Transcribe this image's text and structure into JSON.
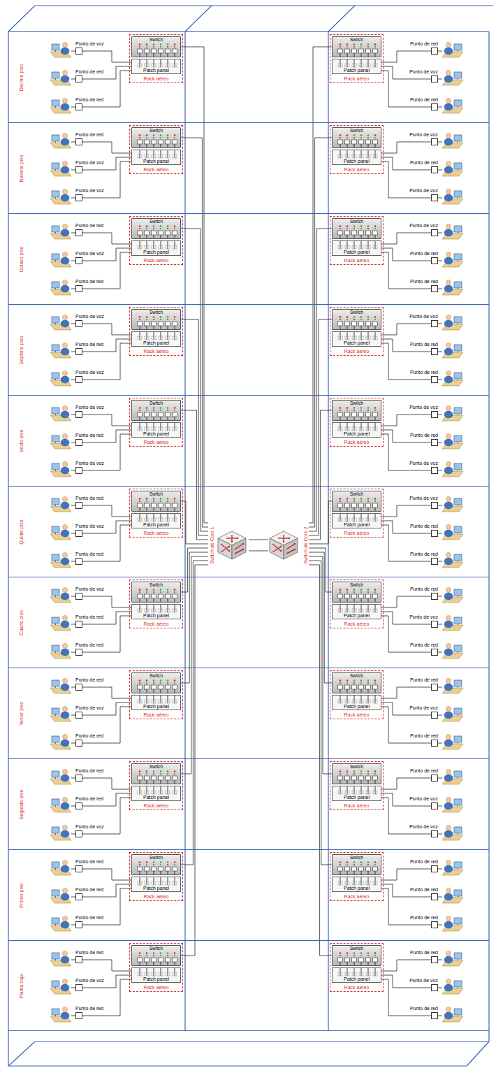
{
  "diagram": {
    "nodes": [
      {
        "text": [
          "Décimo piso"
        ]
      },
      {
        "text": [
          "Rack aéreo"
        ],
        "in": 0
      },
      {
        "text": [
          "Switch"
        ],
        "in": 1
      },
      {
        "text": [
          "Patch panel"
        ],
        "in": 1
      },
      {
        "text": [
          "Punto de voz"
        ],
        "in": 0
      },
      {
        "text": [
          "Punto de red"
        ],
        "in": 0
      },
      {
        "text": [
          "Punto de red"
        ],
        "in": 0
      },
      {
        "text": [
          "Rack aéreo"
        ],
        "in": 0
      },
      {
        "text": [
          "Switch"
        ],
        "in": 7
      },
      {
        "text": [
          "Patch panel"
        ],
        "in": 7
      },
      {
        "text": [
          "Punto de red"
        ],
        "in": 0
      },
      {
        "text": [
          "Punto de voz"
        ],
        "in": 0
      },
      {
        "text": [
          "Punto de red"
        ],
        "in": 0
      },
      {
        "text": [
          "Noveno piso"
        ]
      },
      {
        "text": [
          "Rack aéreo"
        ],
        "in": 13
      },
      {
        "text": [
          "Switch"
        ],
        "in": 14
      },
      {
        "text": [
          "Patch panel"
        ],
        "in": 14
      },
      {
        "text": [
          "Punto de red"
        ],
        "in": 13
      },
      {
        "text": [
          "Punto de voz"
        ],
        "in": 13
      },
      {
        "text": [
          "Punto de voz"
        ],
        "in": 13
      },
      {
        "text": [
          "Rack aéreo"
        ],
        "in": 13
      },
      {
        "text": [
          "Switch"
        ],
        "in": 20
      },
      {
        "text": [
          "Patch panel"
        ],
        "in": 20
      },
      {
        "text": [
          "Punto de voz"
        ],
        "in": 13
      },
      {
        "text": [
          "Punto de red"
        ],
        "in": 13
      },
      {
        "text": [
          "Punto de voz"
        ],
        "in": 13
      },
      {
        "text": [
          "Octavo piso"
        ]
      },
      {
        "text": [
          "Rack aéreo"
        ],
        "in": 26
      },
      {
        "text": [
          "Switch"
        ],
        "in": 27
      },
      {
        "text": [
          "Patch panel"
        ],
        "in": 27
      },
      {
        "text": [
          "Punto de red"
        ],
        "in": 26
      },
      {
        "text": [
          "Punto de voz"
        ],
        "in": 26
      },
      {
        "text": [
          "Punto de red"
        ],
        "in": 26
      },
      {
        "text": [
          "Rack aéreo"
        ],
        "in": 26
      },
      {
        "text": [
          "Switch"
        ],
        "in": 33
      },
      {
        "text": [
          "Patch panel"
        ],
        "in": 33
      },
      {
        "text": [
          "Punto de voz"
        ],
        "in": 26
      },
      {
        "text": [
          "Punto de red"
        ],
        "in": 26
      },
      {
        "text": [
          "Punto de red"
        ],
        "in": 26
      },
      {
        "text": [
          "Séptimo piso"
        ]
      },
      {
        "text": [
          "Rack aéreo"
        ],
        "in": 39
      },
      {
        "text": [
          "Switch"
        ],
        "in": 40
      },
      {
        "text": [
          "Patch panel"
        ],
        "in": 40
      },
      {
        "text": [
          "Punto de voz"
        ],
        "in": 39
      },
      {
        "text": [
          "Punto de red"
        ],
        "in": 39
      },
      {
        "text": [
          "Punto de voz"
        ],
        "in": 39
      },
      {
        "text": [
          "Rack aéreo"
        ],
        "in": 39
      },
      {
        "text": [
          "Switch"
        ],
        "in": 46
      },
      {
        "text": [
          "Patch panel"
        ],
        "in": 46
      },
      {
        "text": [
          "Punto de voz"
        ],
        "in": 39
      },
      {
        "text": [
          "Punto de red"
        ],
        "in": 39
      },
      {
        "text": [
          "Punto de red"
        ],
        "in": 39
      },
      {
        "text": [
          "Sexto piso"
        ]
      },
      {
        "text": [
          "Rack aéreo"
        ],
        "in": 52
      },
      {
        "text": [
          "Switch"
        ],
        "in": 53
      },
      {
        "text": [
          "Patch panel"
        ],
        "in": 53
      },
      {
        "text": [
          "Punto de voz"
        ],
        "in": 52
      },
      {
        "text": [
          "Punto de red"
        ],
        "in": 52
      },
      {
        "text": [
          "Punto de voz"
        ],
        "in": 52
      },
      {
        "text": [
          "Rack aéreo"
        ],
        "in": 52
      },
      {
        "text": [
          "Switch"
        ],
        "in": 59
      },
      {
        "text": [
          "Patch panel"
        ],
        "in": 59
      },
      {
        "text": [
          "Punto de voz"
        ],
        "in": 52
      },
      {
        "text": [
          "Punto de red"
        ],
        "in": 52
      },
      {
        "text": [
          "Punto de voz"
        ],
        "in": 52
      },
      {
        "text": [
          "Quinto piso"
        ]
      },
      {
        "text": [
          "Rack aéreo"
        ],
        "in": 65
      },
      {
        "text": [
          "Switch"
        ],
        "in": 66
      },
      {
        "text": [
          "Patch panel"
        ],
        "in": 66
      },
      {
        "text": [
          "Punto de red"
        ],
        "in": 65
      },
      {
        "text": [
          "Punto de voz"
        ],
        "in": 65
      },
      {
        "text": [
          "Punto de red"
        ],
        "in": 65
      },
      {
        "text": [
          "Rack aéreo"
        ],
        "in": 65
      },
      {
        "text": [
          "Switch"
        ],
        "in": 72
      },
      {
        "text": [
          "Patch panel"
        ],
        "in": 72
      },
      {
        "text": [
          "Punto de voz"
        ],
        "in": 65
      },
      {
        "text": [
          "Punto de red"
        ],
        "in": 65
      },
      {
        "text": [
          "Punto de red"
        ],
        "in": 65
      },
      {
        "text": [
          "Cuarto piso"
        ]
      },
      {
        "text": [
          "Rack aéreo"
        ],
        "in": 78
      },
      {
        "text": [
          "Switch"
        ],
        "in": 79
      },
      {
        "text": [
          "Patch panel"
        ],
        "in": 79
      },
      {
        "text": [
          "Punto de voz"
        ],
        "in": 78
      },
      {
        "text": [
          "Punto de red"
        ],
        "in": 78
      },
      {
        "text": [
          "Punto de red"
        ],
        "in": 78
      },
      {
        "text": [
          "Rack aéreo"
        ],
        "in": 78
      },
      {
        "text": [
          "Switch"
        ],
        "in": 85
      },
      {
        "text": [
          "Patch panel"
        ],
        "in": 85
      },
      {
        "text": [
          "Punto de red"
        ],
        "in": 78
      },
      {
        "text": [
          "Punto de voz"
        ],
        "in": 78
      },
      {
        "text": [
          "Punto de red"
        ],
        "in": 78
      },
      {
        "text": [
          "Tercer piso"
        ]
      },
      {
        "text": [
          "Rack aéreo"
        ],
        "in": 91
      },
      {
        "text": [
          "Switch"
        ],
        "in": 92
      },
      {
        "text": [
          "Patch panel"
        ],
        "in": 92
      },
      {
        "text": [
          "Punto de red"
        ],
        "in": 91
      },
      {
        "text": [
          "Punto de voz"
        ],
        "in": 91
      },
      {
        "text": [
          "Punto de red"
        ],
        "in": 91
      },
      {
        "text": [
          "Rack aéreo"
        ],
        "in": 91
      },
      {
        "text": [
          "Switch"
        ],
        "in": 98
      },
      {
        "text": [
          "Patch panel"
        ],
        "in": 98
      },
      {
        "text": [
          "Punto de red"
        ],
        "in": 91
      },
      {
        "text": [
          "Punto de voz"
        ],
        "in": 91
      },
      {
        "text": [
          "Punto de red"
        ],
        "in": 91
      },
      {
        "text": [
          "Segundo piso"
        ]
      },
      {
        "text": [
          "Rack aéreo"
        ],
        "in": 104
      },
      {
        "text": [
          "Switch"
        ],
        "in": 105
      },
      {
        "text": [
          "Patch panel"
        ],
        "in": 105
      },
      {
        "text": [
          "Punto de red"
        ],
        "in": 104
      },
      {
        "text": [
          "Punto de red"
        ],
        "in": 104
      },
      {
        "text": [
          "Punto de voz"
        ],
        "in": 104
      },
      {
        "text": [
          "Rack aéreo"
        ],
        "in": 104
      },
      {
        "text": [
          "Switch"
        ],
        "in": 111
      },
      {
        "text": [
          "Patch panel"
        ],
        "in": 111
      },
      {
        "text": [
          "Punto de red"
        ],
        "in": 104
      },
      {
        "text": [
          "Punto de voz"
        ],
        "in": 104
      },
      {
        "text": [
          "Punto de voz"
        ],
        "in": 104
      },
      {
        "text": [
          "Primer piso"
        ]
      },
      {
        "text": [
          "Rack aéreo"
        ],
        "in": 117
      },
      {
        "text": [
          "Switch"
        ],
        "in": 118
      },
      {
        "text": [
          "Patch panel"
        ],
        "in": 118
      },
      {
        "text": [
          "Punto de red"
        ],
        "in": 117
      },
      {
        "text": [
          "Punto de red"
        ],
        "in": 117
      },
      {
        "text": [
          "Punto de red"
        ],
        "in": 117
      },
      {
        "text": [
          "Rack aéreo"
        ],
        "in": 117
      },
      {
        "text": [
          "Switch"
        ],
        "in": 124
      },
      {
        "text": [
          "Patch panel"
        ],
        "in": 124
      },
      {
        "text": [
          "Punto de red"
        ],
        "in": 117
      },
      {
        "text": [
          "Punto de red"
        ],
        "in": 117
      },
      {
        "text": [
          "Punto de red"
        ],
        "in": 117
      },
      {
        "text": [
          "Planta baja"
        ]
      },
      {
        "text": [
          "Rack aéreo"
        ],
        "in": 130
      },
      {
        "text": [
          "Switch"
        ],
        "in": 131
      },
      {
        "text": [
          "Patch panel"
        ],
        "in": 131
      },
      {
        "text": [
          "Punto de red"
        ],
        "in": 130
      },
      {
        "text": [
          "Punto de voz"
        ],
        "in": 130
      },
      {
        "text": [
          "Punto de red"
        ],
        "in": 130
      },
      {
        "text": [
          "Rack aéreo"
        ],
        "in": 130
      },
      {
        "text": [
          "Switch"
        ],
        "in": 137
      },
      {
        "text": [
          "Patch panel"
        ],
        "in": 137
      },
      {
        "text": [
          "Punto de red"
        ],
        "in": 130
      },
      {
        "text": [
          "Punto de voz"
        ],
        "in": 130
      },
      {
        "text": [
          "Punto de red"
        ],
        "in": 130
      },
      {
        "text": [
          "Switch de Core 1"
        ]
      },
      {
        "text": [
          "Switch de Core 2"
        ]
      }
    ],
    "edges": [
      {
        "from": 4,
        "to": 3,
        "arrow": "none"
      },
      {
        "from": 5,
        "to": 3,
        "arrow": "none"
      },
      {
        "from": 6,
        "to": 3,
        "arrow": "none"
      },
      {
        "from": 10,
        "to": 9,
        "arrow": "none"
      },
      {
        "from": 11,
        "to": 9,
        "arrow": "none"
      },
      {
        "from": 12,
        "to": 9,
        "arrow": "none"
      },
      {
        "from": 2,
        "to": 143,
        "arrow": "none"
      },
      {
        "from": 8,
        "to": 144,
        "arrow": "none"
      },
      {
        "from": 17,
        "to": 16,
        "arrow": "none"
      },
      {
        "from": 18,
        "to": 16,
        "arrow": "none"
      },
      {
        "from": 19,
        "to": 16,
        "arrow": "none"
      },
      {
        "from": 23,
        "to": 22,
        "arrow": "none"
      },
      {
        "from": 24,
        "to": 22,
        "arrow": "none"
      },
      {
        "from": 25,
        "to": 22,
        "arrow": "none"
      },
      {
        "from": 15,
        "to": 143,
        "arrow": "none"
      },
      {
        "from": 21,
        "to": 144,
        "arrow": "none"
      },
      {
        "from": 30,
        "to": 29,
        "arrow": "none"
      },
      {
        "from": 31,
        "to": 29,
        "arrow": "none"
      },
      {
        "from": 32,
        "to": 29,
        "arrow": "none"
      },
      {
        "from": 36,
        "to": 35,
        "arrow": "none"
      },
      {
        "from": 37,
        "to": 35,
        "arrow": "none"
      },
      {
        "from": 38,
        "to": 35,
        "arrow": "none"
      },
      {
        "from": 28,
        "to": 143,
        "arrow": "none"
      },
      {
        "from": 34,
        "to": 144,
        "arrow": "none"
      },
      {
        "from": 43,
        "to": 42,
        "arrow": "none"
      },
      {
        "from": 44,
        "to": 42,
        "arrow": "none"
      },
      {
        "from": 45,
        "to": 42,
        "arrow": "none"
      },
      {
        "from": 49,
        "to": 48,
        "arrow": "none"
      },
      {
        "from": 50,
        "to": 48,
        "arrow": "none"
      },
      {
        "from": 51,
        "to": 48,
        "arrow": "none"
      },
      {
        "from": 41,
        "to": 143,
        "arrow": "none"
      },
      {
        "from": 47,
        "to": 144,
        "arrow": "none"
      },
      {
        "from": 56,
        "to": 55,
        "arrow": "none"
      },
      {
        "from": 57,
        "to": 55,
        "arrow": "none"
      },
      {
        "from": 58,
        "to": 55,
        "arrow": "none"
      },
      {
        "from": 62,
        "to": 61,
        "arrow": "none"
      },
      {
        "from": 63,
        "to": 61,
        "arrow": "none"
      },
      {
        "from": 64,
        "to": 61,
        "arrow": "none"
      },
      {
        "from": 54,
        "to": 143,
        "arrow": "none"
      },
      {
        "from": 60,
        "to": 144,
        "arrow": "none"
      },
      {
        "from": 69,
        "to": 68,
        "arrow": "none"
      },
      {
        "from": 70,
        "to": 68,
        "arrow": "none"
      },
      {
        "from": 71,
        "to": 68,
        "arrow": "none"
      },
      {
        "from": 75,
        "to": 74,
        "arrow": "none"
      },
      {
        "from": 76,
        "to": 74,
        "arrow": "none"
      },
      {
        "from": 77,
        "to": 74,
        "arrow": "none"
      },
      {
        "from": 67,
        "to": 143,
        "arrow": "none"
      },
      {
        "from": 73,
        "to": 144,
        "arrow": "none"
      },
      {
        "from": 82,
        "to": 81,
        "arrow": "none"
      },
      {
        "from": 83,
        "to": 81,
        "arrow": "none"
      },
      {
        "from": 84,
        "to": 81,
        "arrow": "none"
      },
      {
        "from": 88,
        "to": 87,
        "arrow": "none"
      },
      {
        "from": 89,
        "to": 87,
        "arrow": "none"
      },
      {
        "from": 90,
        "to": 87,
        "arrow": "none"
      },
      {
        "from": 80,
        "to": 143,
        "arrow": "none"
      },
      {
        "from": 86,
        "to": 144,
        "arrow": "none"
      },
      {
        "from": 95,
        "to": 94,
        "arrow": "none"
      },
      {
        "from": 96,
        "to": 94,
        "arrow": "none"
      },
      {
        "from": 97,
        "to": 94,
        "arrow": "none"
      },
      {
        "from": 101,
        "to": 100,
        "arrow": "none"
      },
      {
        "from": 102,
        "to": 100,
        "arrow": "none"
      },
      {
        "from": 103,
        "to": 100,
        "arrow": "none"
      },
      {
        "from": 93,
        "to": 143,
        "arrow": "none"
      },
      {
        "from": 99,
        "to": 144,
        "arrow": "none"
      },
      {
        "from": 108,
        "to": 107,
        "arrow": "none"
      },
      {
        "from": 109,
        "to": 107,
        "arrow": "none"
      },
      {
        "from": 110,
        "to": 107,
        "arrow": "none"
      },
      {
        "from": 114,
        "to": 113,
        "arrow": "none"
      },
      {
        "from": 115,
        "to": 113,
        "arrow": "none"
      },
      {
        "from": 116,
        "to": 113,
        "arrow": "none"
      },
      {
        "from": 106,
        "to": 143,
        "arrow": "none"
      },
      {
        "from": 112,
        "to": 144,
        "arrow": "none"
      },
      {
        "from": 121,
        "to": 120,
        "arrow": "none"
      },
      {
        "from": 122,
        "to": 120,
        "arrow": "none"
      },
      {
        "from": 123,
        "to": 120,
        "arrow": "none"
      },
      {
        "from": 127,
        "to": 126,
        "arrow": "none"
      },
      {
        "from": 128,
        "to": 126,
        "arrow": "none"
      },
      {
        "from": 129,
        "to": 126,
        "arrow": "none"
      },
      {
        "from": 119,
        "to": 143,
        "arrow": "none"
      },
      {
        "from": 125,
        "to": 144,
        "arrow": "none"
      },
      {
        "from": 134,
        "to": 133,
        "arrow": "none"
      },
      {
        "from": 135,
        "to": 133,
        "arrow": "none"
      },
      {
        "from": 136,
        "to": 133,
        "arrow": "none"
      },
      {
        "from": 140,
        "to": 139,
        "arrow": "none"
      },
      {
        "from": 141,
        "to": 139,
        "arrow": "none"
      },
      {
        "from": 142,
        "to": 139,
        "arrow": "none"
      },
      {
        "from": 132,
        "to": 143,
        "arrow": "none"
      },
      {
        "from": 138,
        "to": 144,
        "arrow": "none"
      },
      {
        "from": 143,
        "to": 144,
        "arrow": "none"
      },
      {
        "from": 143,
        "to": 144,
        "arrow": "none"
      }
    ]
  }
}
